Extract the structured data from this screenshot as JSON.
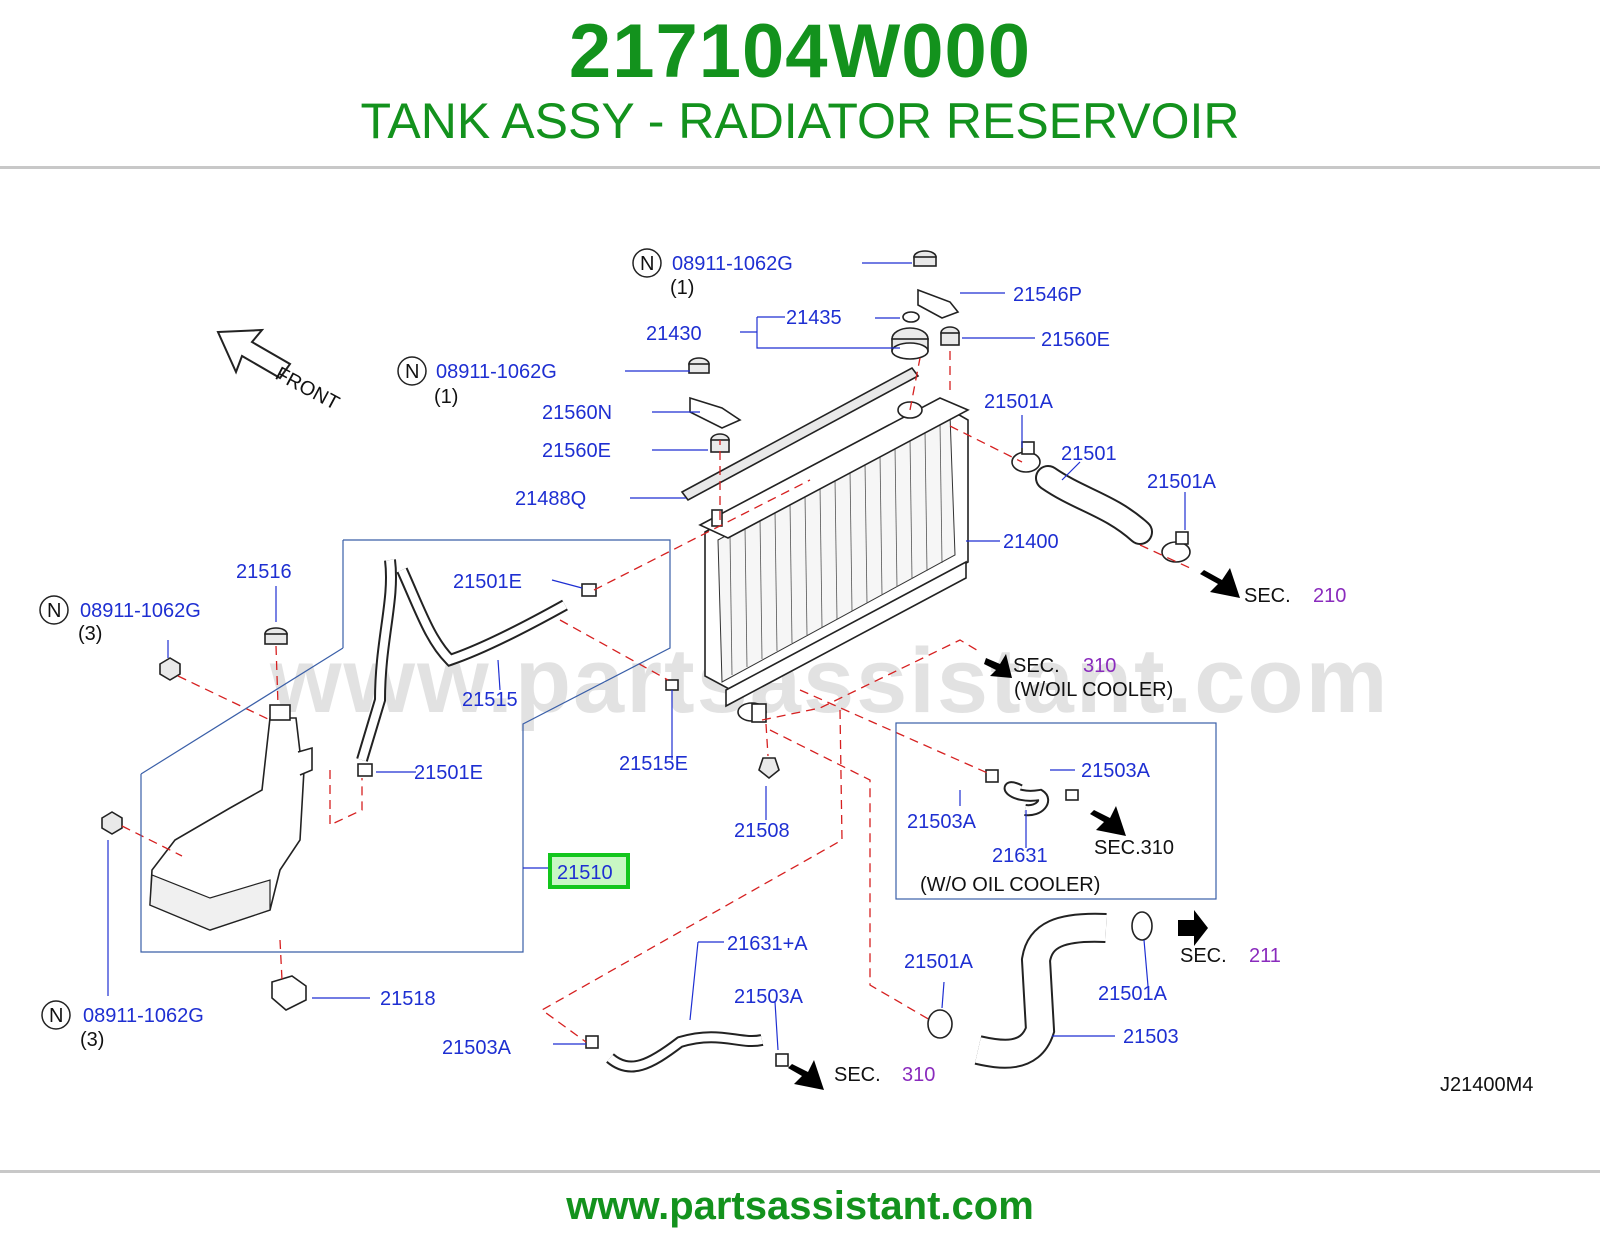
{
  "header": {
    "part_number": "217104W000",
    "part_name": "TANK ASSY - RADIATOR RESERVOIR"
  },
  "footer": {
    "url": "www.partsassistant.com"
  },
  "watermark": "www.partsassistant.com",
  "diagram_code": "J21400M4",
  "front_label": "FRONT",
  "n_marker": "N",
  "highlight_color": "#13c61d",
  "title_color": "#13921d",
  "label_color": "#1e2fd2",
  "labels": {
    "n1": "08911-1062G",
    "n1_qty": "(1)",
    "p21546p": "21546P",
    "p21435": "21435",
    "p21430": "21430",
    "p21560e_top": "21560E",
    "n2": "08911-1062G",
    "n2_qty": "(1)",
    "p21560n": "21560N",
    "p21560e": "21560E",
    "p21488q": "21488Q",
    "p21501a_1": "21501A",
    "p21501": "21501",
    "p21501a_2": "21501A",
    "p21400": "21400",
    "p21516": "21516",
    "n3": "08911-1062G",
    "n3_qty": "(3)",
    "p21501e_1": "21501E",
    "p21515": "21515",
    "p21501e_2": "21501E",
    "p21515e": "21515E",
    "p21508": "21508",
    "p21510": "21510",
    "p21503a_1": "21503A",
    "p21503a_2": "21503A",
    "p21631": "21631",
    "p21631a": "21631+A",
    "p21503a_3": "21503A",
    "p21503a_4": "21503A",
    "p21501a_3": "21501A",
    "p21501a_4": "21501A",
    "p21503": "21503",
    "p21518": "21518",
    "n4": "08911-1062G",
    "n4_qty": "(3)"
  },
  "sections": {
    "sec_prefix": "SEC.",
    "s210": "210",
    "s310_a": "310",
    "w_oil_cooler": "(W/OIL  COOLER)",
    "s310_box": "SEC.310",
    "wo_oil_cooler": "(W/O  OIL  COOLER)",
    "s211": "211",
    "s310_b": "310"
  }
}
